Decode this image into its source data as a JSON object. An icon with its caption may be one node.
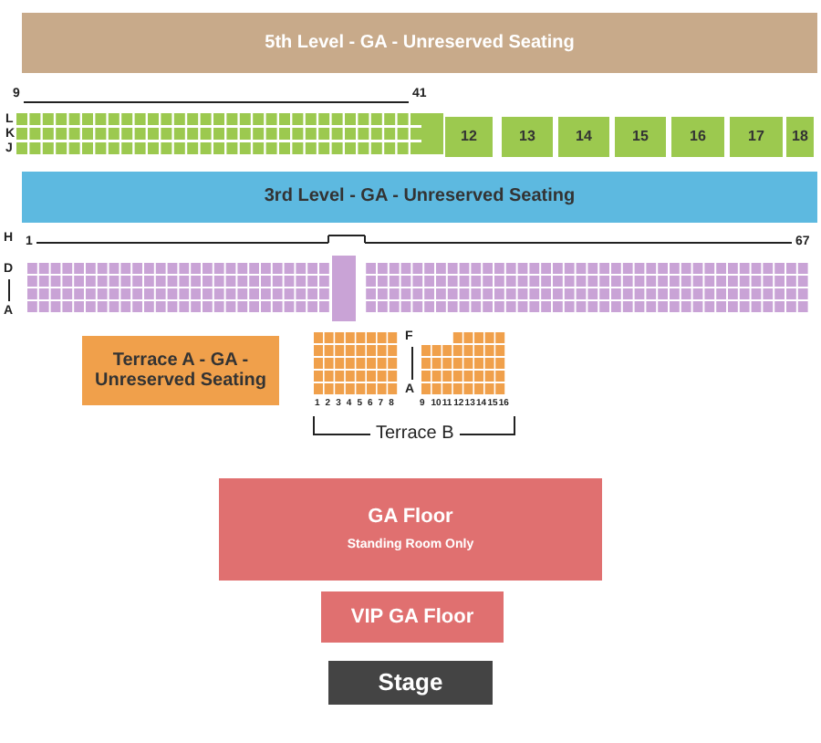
{
  "diagram": {
    "nodes": [
      {
        "text": [
          "5th Level - GA - Unreserved Seating"
        ]
      },
      {
        "text": [
          "12"
        ]
      },
      {
        "text": [
          "13"
        ]
      },
      {
        "text": [
          "14"
        ]
      },
      {
        "text": [
          "15"
        ]
      },
      {
        "text": [
          "16"
        ]
      },
      {
        "text": [
          "17"
        ]
      },
      {
        "text": [
          "18"
        ]
      },
      {
        "text": [
          "3rd Level - GA - Unreserved Seating"
        ]
      },
      {
        "text": [
          "Terrace A - GA - Unreserved Seating"
        ]
      },
      {
        "text": [
          "GA Floor",
          "Standing Room Only"
        ]
      },
      {
        "text": [
          "VIP GA Floor"
        ]
      },
      {
        "text": [
          "Stage"
        ]
      }
    ],
    "labels": [
      "9",
      "41",
      "L",
      "K",
      "J",
      "1",
      "67",
      "H",
      "D",
      "A",
      "F",
      "A",
      "1",
      "2",
      "3",
      "4",
      "5",
      "6",
      "7",
      "8",
      "9",
      "10",
      "11",
      "12",
      "13",
      "14",
      "15",
      "16",
      "Terrace B"
    ]
  }
}
